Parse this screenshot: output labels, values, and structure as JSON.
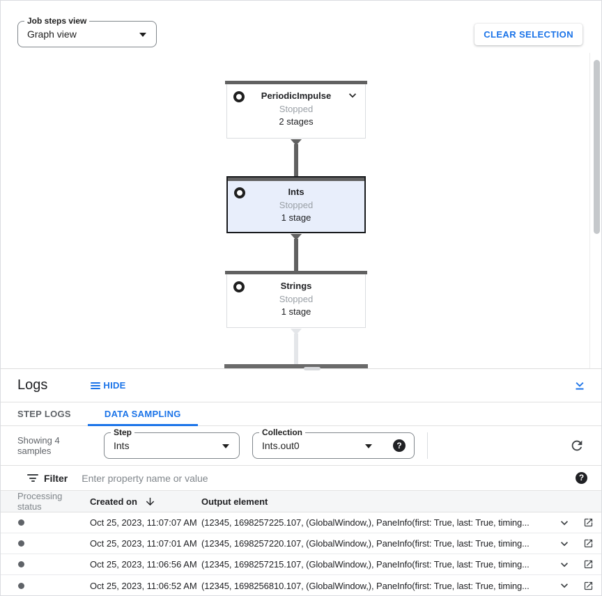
{
  "toolbar": {
    "job_steps_view_label": "Job steps view",
    "job_steps_view_value": "Graph view",
    "clear_selection_label": "CLEAR SELECTION"
  },
  "graph": {
    "nodes": [
      {
        "title": "PeriodicImpulse",
        "status": "Stopped",
        "stages": "2 stages",
        "selected": false
      },
      {
        "title": "Ints",
        "status": "Stopped",
        "stages": "1 stage",
        "selected": true
      },
      {
        "title": "Strings",
        "status": "Stopped",
        "stages": "1 stage",
        "selected": false
      }
    ]
  },
  "logs": {
    "title": "Logs",
    "hide_label": "HIDE",
    "tabs": [
      {
        "label": "STEP LOGS",
        "active": false
      },
      {
        "label": "DATA SAMPLING",
        "active": true
      }
    ],
    "showing_text": "Showing 4 samples",
    "step_label": "Step",
    "step_value": "Ints",
    "collection_label": "Collection",
    "collection_value": "Ints.out0",
    "filter_label": "Filter",
    "filter_placeholder": "Enter property name or value",
    "table": {
      "columns": [
        "Processing status",
        "Created on",
        "Output element"
      ],
      "rows": [
        {
          "created_on": "Oct 25, 2023, 11:07:07 AM",
          "output_element": "(12345, 1698257225.107, (GlobalWindow,), PaneInfo(first: True, last: True, timing..."
        },
        {
          "created_on": "Oct 25, 2023, 11:07:01 AM",
          "output_element": "(12345, 1698257220.107, (GlobalWindow,), PaneInfo(first: True, last: True, timing..."
        },
        {
          "created_on": "Oct 25, 2023, 11:06:56 AM",
          "output_element": "(12345, 1698257215.107, (GlobalWindow,), PaneInfo(first: True, last: True, timing..."
        },
        {
          "created_on": "Oct 25, 2023, 11:06:52 AM",
          "output_element": "(12345, 1698256810.107, (GlobalWindow,), PaneInfo(first: True, last: True, timing..."
        }
      ]
    }
  },
  "colors": {
    "accent_blue": "#1a73e8",
    "node_top_bar": "#616161",
    "node_selected_bg": "#e8eefb",
    "edge_dark": "#616161",
    "edge_light": "#e4e6e9",
    "status_dot": "#5f6368",
    "text_dark": "#202124",
    "text_gray": "#5f6368"
  }
}
